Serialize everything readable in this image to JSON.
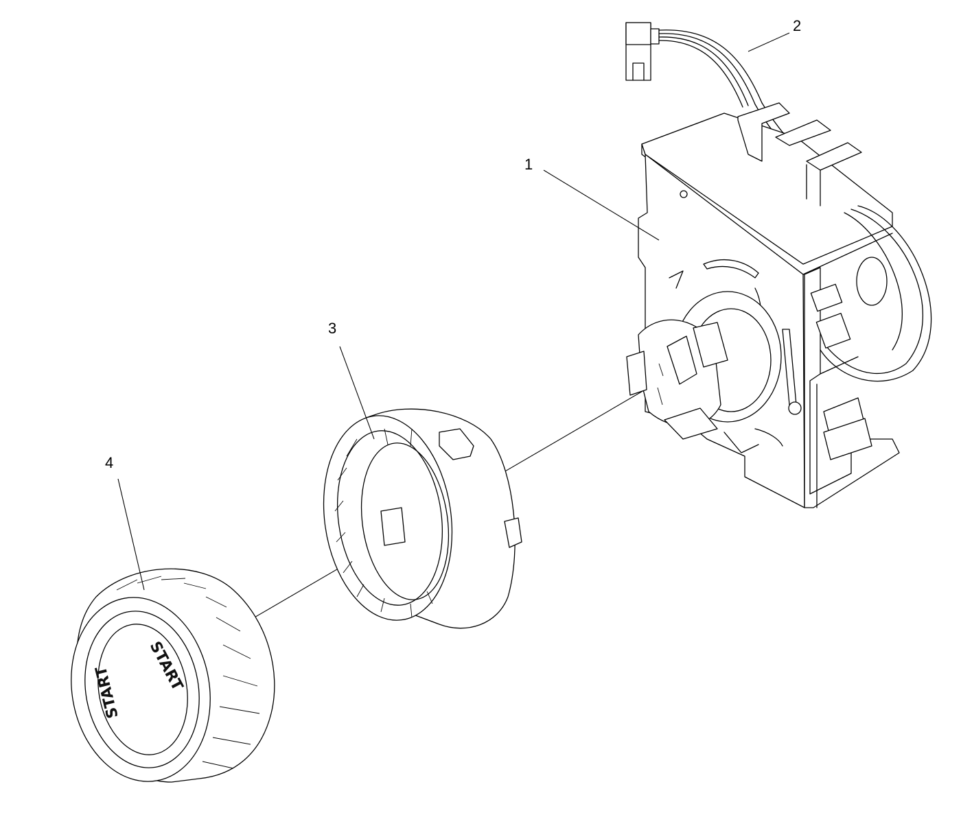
{
  "diagram": {
    "callouts": [
      {
        "id": "1",
        "label": "1"
      },
      {
        "id": "2",
        "label": "2"
      },
      {
        "id": "3",
        "label": "3"
      },
      {
        "id": "4",
        "label": "4"
      }
    ],
    "knob_text": "START"
  }
}
